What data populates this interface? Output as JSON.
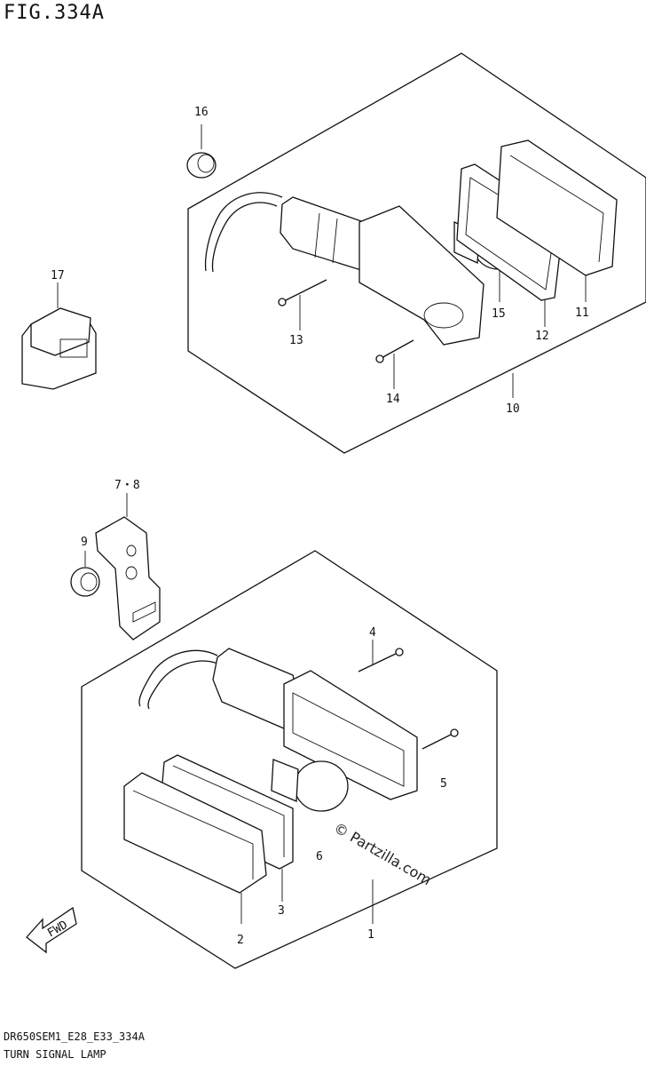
{
  "header": {
    "figure_title": "FIG.334A"
  },
  "footer": {
    "code": "DR650SEM1_E28_E33_334A",
    "name": "TURN SIGNAL LAMP"
  },
  "watermark": "© Partzilla.com",
  "badge": {
    "fwd": "FWD"
  },
  "callouts": {
    "c1": "1",
    "c2": "2",
    "c3": "3",
    "c4": "4",
    "c5": "5",
    "c6": "6",
    "c78": "7・8",
    "c9": "9",
    "c10": "10",
    "c11": "11",
    "c12": "12",
    "c13": "13",
    "c14": "14",
    "c15": "15",
    "c16": "16",
    "c17": "17"
  }
}
